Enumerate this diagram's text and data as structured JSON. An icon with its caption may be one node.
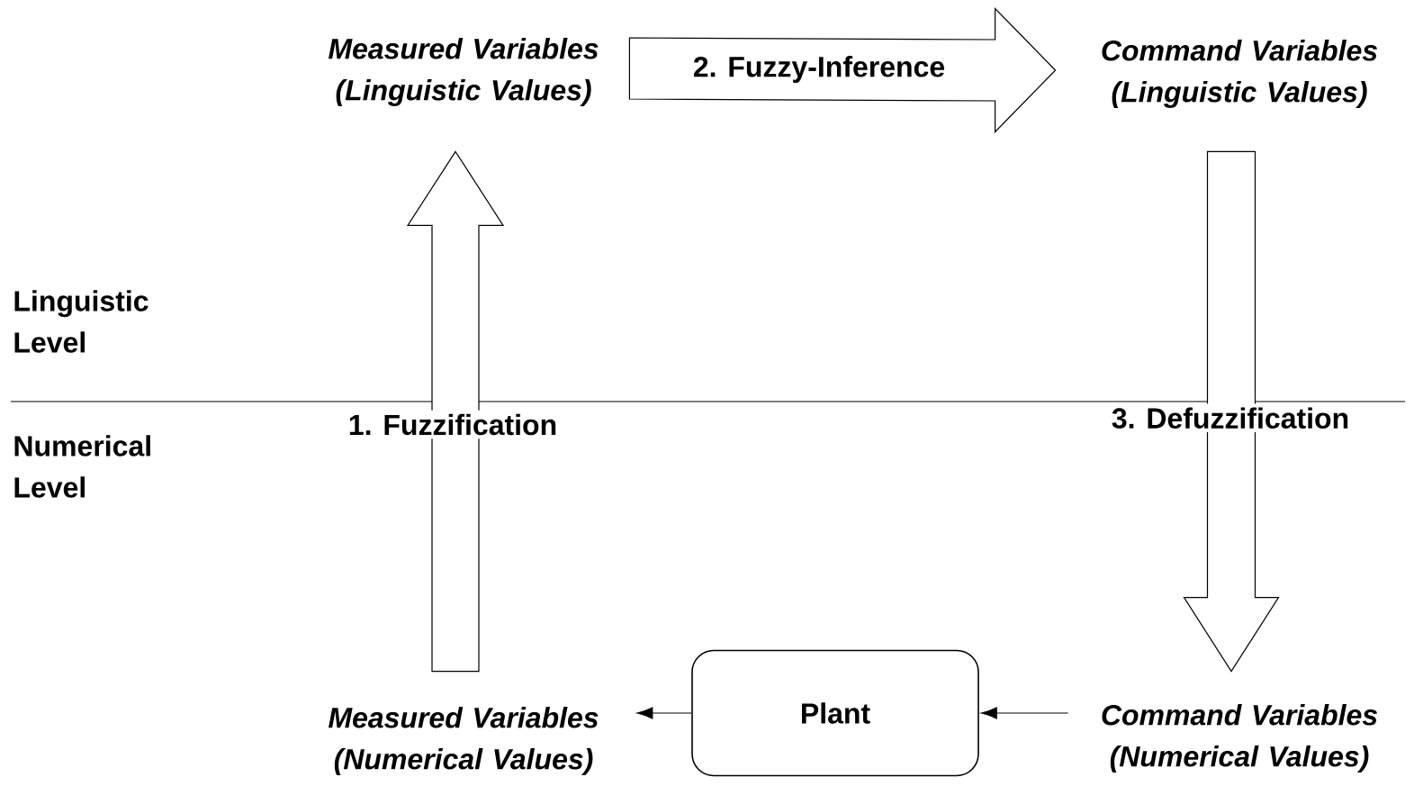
{
  "diagram": {
    "nodes": [
      {
        "text": [
          "Measured Variables (Linguistic Values)"
        ]
      },
      {
        "text": [
          "Command Variables (Linguistic Values)"
        ]
      },
      {
        "text": [
          "Measured Variables (Numerical Values)"
        ]
      },
      {
        "text": [
          "Plant"
        ]
      },
      {
        "text": [
          "Command Variables (Numerical Values)"
        ]
      }
    ],
    "edges": [
      {
        "from": 2,
        "to": 0,
        "arrow": "to",
        "label": "1. Fuzzification",
        "style": "thick"
      },
      {
        "from": 0,
        "to": 1,
        "arrow": "to",
        "label": "2. Fuzzy-Inference",
        "style": "thick"
      },
      {
        "from": 1,
        "to": 4,
        "arrow": "to",
        "label": "3. Defuzzification",
        "style": "thick"
      },
      {
        "from": 3,
        "to": 2,
        "arrow": "to"
      },
      {
        "from": 4,
        "to": 3,
        "arrow": "to"
      }
    ],
    "labels": [
      "Linguistic Level",
      "Numerical Level"
    ]
  }
}
